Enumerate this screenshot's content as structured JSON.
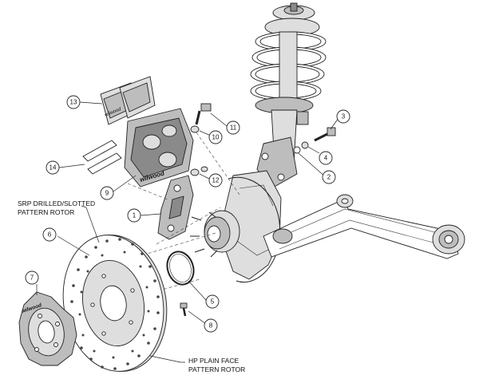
{
  "callouts": [
    {
      "id": "1",
      "label": "1"
    },
    {
      "id": "2",
      "label": "2"
    },
    {
      "id": "3",
      "label": "3"
    },
    {
      "id": "4",
      "label": "4"
    },
    {
      "id": "5",
      "label": "5"
    },
    {
      "id": "6",
      "label": "6"
    },
    {
      "id": "7",
      "label": "7"
    },
    {
      "id": "8",
      "label": "8"
    },
    {
      "id": "9",
      "label": "9"
    },
    {
      "id": "10",
      "label": "10"
    },
    {
      "id": "11",
      "label": "11"
    },
    {
      "id": "12",
      "label": "12"
    },
    {
      "id": "13",
      "label": "13"
    },
    {
      "id": "14",
      "label": "14"
    }
  ],
  "notes": {
    "srp_rotor_line1": "SRP DRILLED/SLOTTED",
    "srp_rotor_line2": "PATTERN ROTOR",
    "hp_rotor_line1": "HP PLAIN FACE",
    "hp_rotor_line2": "PATTERN ROTOR",
    "caliper_brand": "wilwood",
    "hat_brand": "wilwood"
  }
}
